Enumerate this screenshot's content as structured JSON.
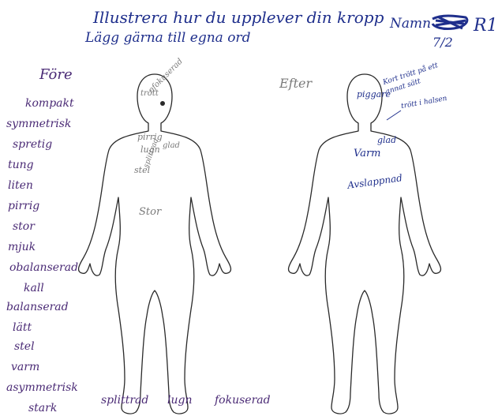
{
  "header": {
    "line1": "Illustrera hur du upplever din kropp",
    "line2": "Lägg gärna till egna ord",
    "name_label": "Namn",
    "id_code": "R1",
    "date": "7/2"
  },
  "before": {
    "heading": "Före",
    "annotations": {
      "head1": "trött",
      "head2": "ofokuserad",
      "chest1": "pirrig",
      "chest2": "lugn",
      "chest3": "glad",
      "chest4": "stel",
      "chest5": "splittrad",
      "belly": "Stor"
    }
  },
  "after": {
    "heading": "Efter",
    "annotations": {
      "head": "piggare",
      "note1": "Kort trött på ett",
      "note2": "annat sätt",
      "neck": "trött i halsen",
      "chest1": "glad",
      "chest2": "Varm",
      "belly": "Avslappnad"
    }
  },
  "word_list": [
    "kompakt",
    "symmetrisk",
    "spretig",
    "tung",
    "liten",
    "pirrig",
    "stor",
    "mjuk",
    "obalanserad",
    "kall",
    "balanserad",
    "lätt",
    "stel",
    "varm",
    "asymmetrisk",
    "stark"
  ],
  "bottom_words": [
    "splittrad",
    "lugn",
    "fokuserad"
  ],
  "colors": {
    "ink_blue": "#1f2f8c",
    "pencil_grey": "#7a7a7a",
    "ink_purple": "#4a2a75"
  }
}
